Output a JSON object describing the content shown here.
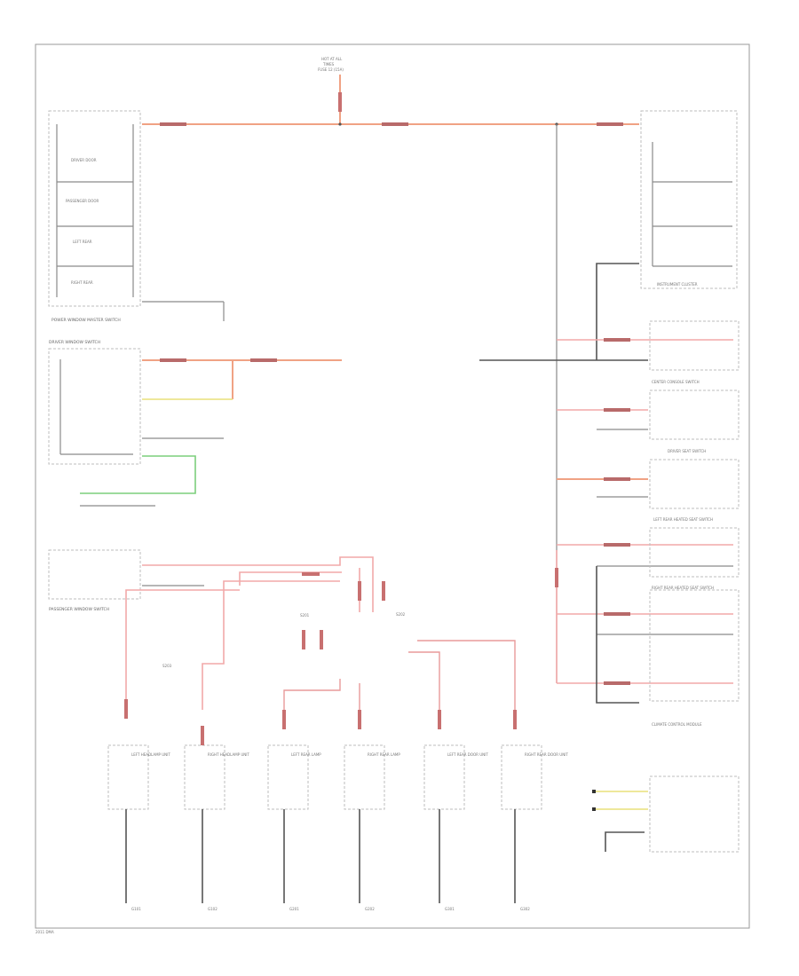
{
  "labels": {
    "top_source": [
      "HOT AT ALL",
      "TIMES",
      "FUSE 12 (15A)"
    ],
    "left_module": "POWER WINDOW MASTER SWITCH",
    "left_switches": [
      "DRIVER DOOR",
      "PASSENGER DOOR",
      "LEFT REAR",
      "RIGHT REAR"
    ],
    "driver_window": "DRIVER WINDOW SWITCH",
    "passenger_window": "PASSENGER WINDOW SWITCH",
    "right_module_top": "INSTRUMENT CLUSTER",
    "right_modules": [
      "CENTER CONSOLE SWITCH",
      "DRIVER SEAT SWITCH",
      "LEFT REAR HEATED SEAT SWITCH",
      "RIGHT REAR HEATED SEAT SWITCH",
      "CLIMATE CONTROL MODULE"
    ],
    "bottom_units": [
      "LEFT HEADLAMP UNIT",
      "RIGHT HEADLAMP UNIT",
      "LEFT REAR LAMP",
      "RIGHT REAR LAMP",
      "LEFT REAR DOOR UNIT",
      "RIGHT REAR DOOR UNIT"
    ],
    "bottom_grounds": [
      "G101",
      "G102",
      "G201",
      "G202",
      "G301",
      "G302"
    ],
    "splices": [
      "S201",
      "S202",
      "S203"
    ],
    "corner_tag": "2011 DMA"
  }
}
